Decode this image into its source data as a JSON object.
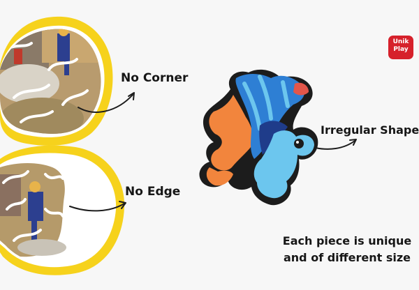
{
  "logo": {
    "line1": "Unik",
    "line2": "Play",
    "color": "#d6212b"
  },
  "labels": {
    "no_corner": "No Corner",
    "no_edge": "No Edge",
    "irregular_shape": "Irregular Shape"
  },
  "caption": {
    "line1": "Each piece is unique",
    "line2": "and of different size"
  },
  "colors": {
    "frame_yellow": "#f6d21c",
    "background": "#f7f7f7",
    "piece_orange": "#f2853d",
    "piece_blue": "#2e7fd4",
    "piece_light_blue": "#6cc6ee",
    "arrow": "#1c1c1c"
  }
}
